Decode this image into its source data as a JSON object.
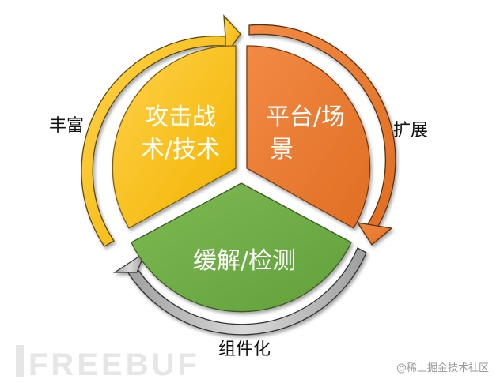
{
  "segments": [
    {
      "line1": "攻击战",
      "line2": "术/技术",
      "color": "#FFC000"
    },
    {
      "line1": "平台/场",
      "line2": "景",
      "color": "#ED7D31"
    },
    {
      "line1": "缓解/检测",
      "line2": "",
      "color": "#70AD47"
    }
  ],
  "side_labels": {
    "left": "丰富",
    "right": "扩展",
    "bottom": "组件化"
  },
  "arrow_colors": {
    "left_arc": "#FFC000",
    "right_arc": "#ED7D31",
    "bottom_arc": "#A6A6A6"
  },
  "watermarks": {
    "logo": "FREEBUF",
    "credit": "@稀土掘金技术社区"
  }
}
